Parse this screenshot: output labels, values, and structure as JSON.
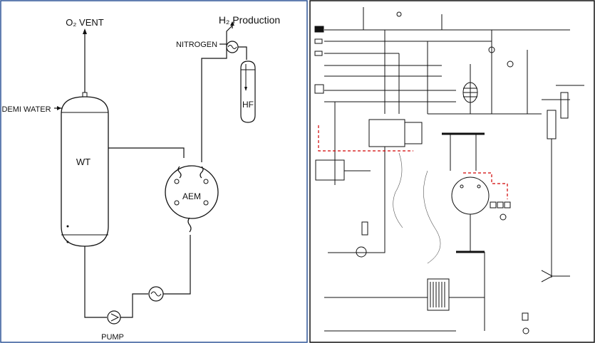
{
  "left_diagram": {
    "labels": {
      "o2_vent": "O₂ VENT",
      "h2_production": "H₂ Production",
      "nitrogen": "NITROGEN",
      "demi_water": "DEMI WATER",
      "wt": "WT",
      "hf": "HF",
      "aem": "AEM",
      "pump": "PUMP"
    }
  },
  "colors": {
    "panel_border": "#2f5597",
    "line": "#111111",
    "red_dashed": "#d00000",
    "background": "#ffffff"
  }
}
